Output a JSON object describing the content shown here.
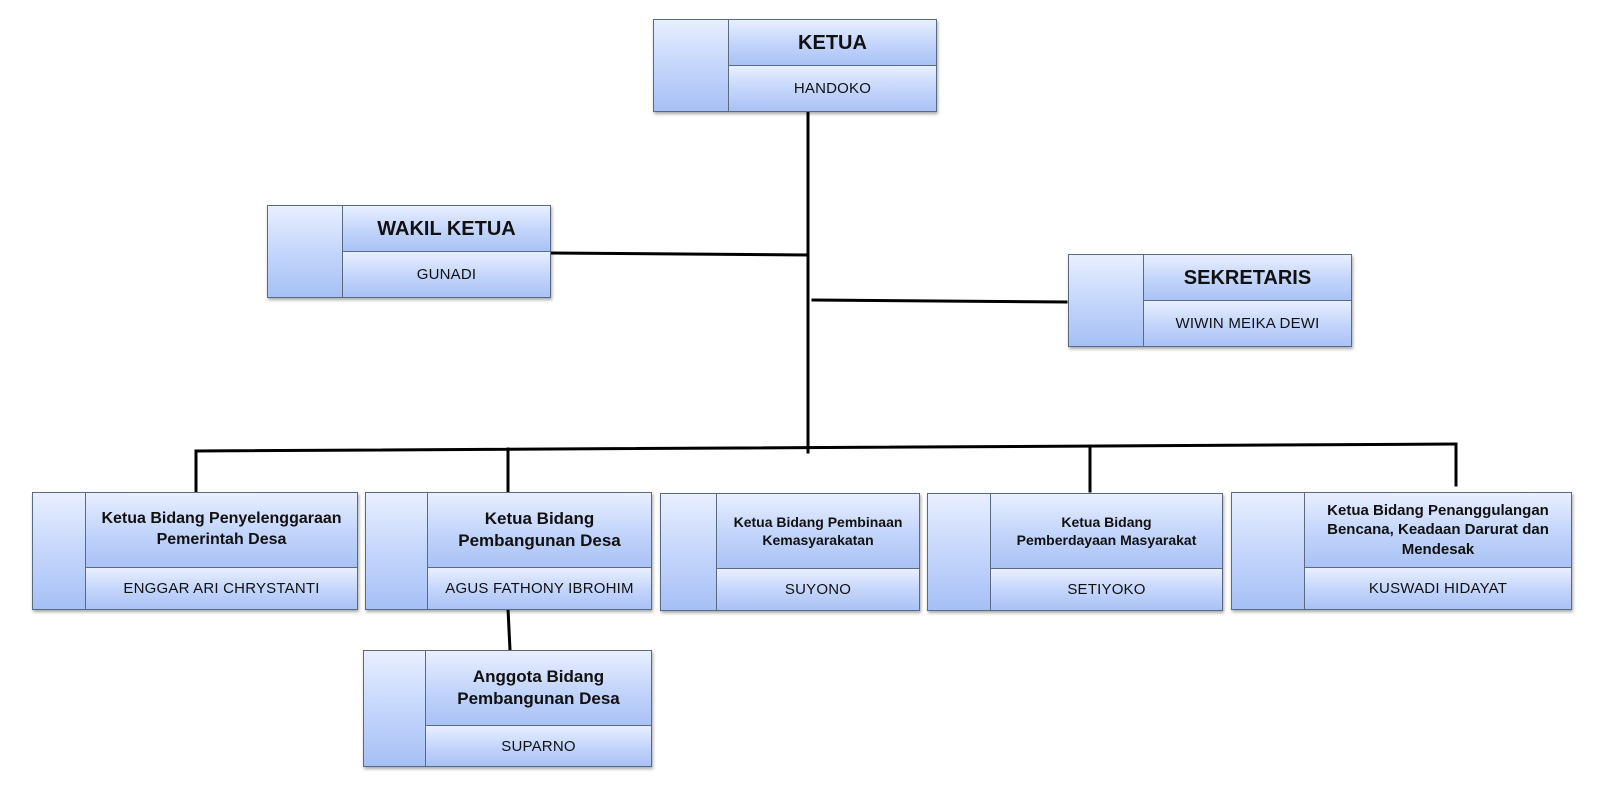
{
  "org": {
    "ketua": {
      "title": "KETUA",
      "name": "HANDOKO"
    },
    "wakil": {
      "title": "WAKIL KETUA",
      "name": "GUNADI"
    },
    "sekretaris": {
      "title": "SEKRETARIS",
      "name": "WIWIN MEIKA DEWI"
    },
    "bidang": [
      {
        "title": "Ketua Bidang Penyelenggaraan Pemerintah Desa",
        "name": "ENGGAR ARI CHRYSTANTI"
      },
      {
        "title": "Ketua Bidang Pembangunan Desa",
        "name": "AGUS FATHONY IBROHIM"
      },
      {
        "title": "Ketua Bidang Pembinaan Kemasyarakatan",
        "name": "SUYONO"
      },
      {
        "title": "Ketua Bidang Pemberdayaan Masyarakat",
        "name": "SETIYOKO"
      },
      {
        "title": "Ketua Bidang Penanggulangan Bencana, Keadaan Darurat dan Mendesak",
        "name": "KUSWADI HIDAYAT"
      }
    ],
    "anggota": {
      "title": "Anggota Bidang Pembangunan Desa",
      "name": "SUPARNO"
    }
  }
}
